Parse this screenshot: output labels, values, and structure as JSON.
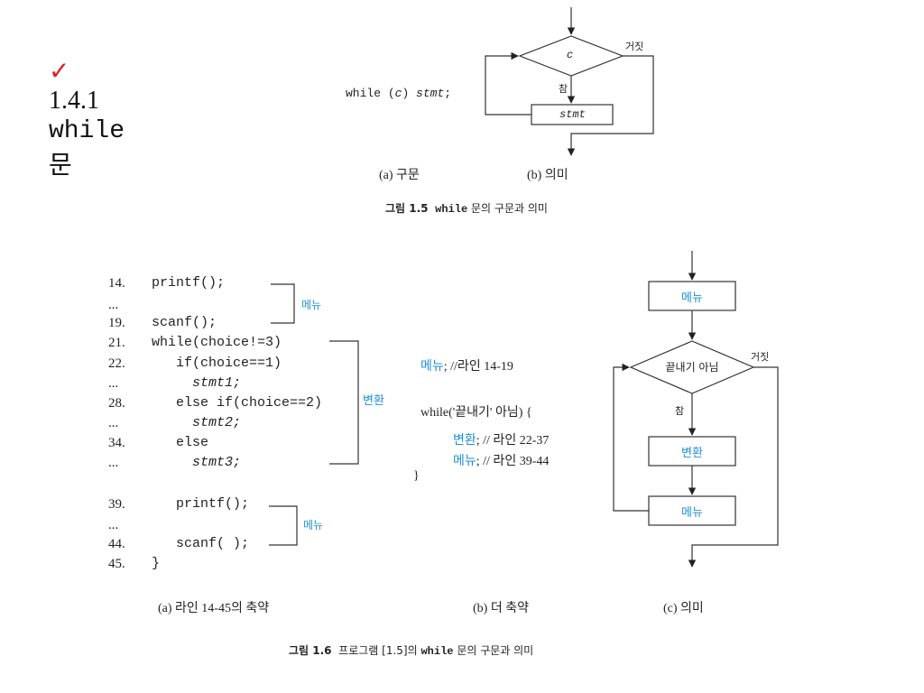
{
  "slide": {
    "title_num": "1.4.1",
    "title_kw": "while",
    "title_suffix": "문"
  },
  "fig5": {
    "syntax": "while",
    "syntax_c": "c",
    "syntax_stmt": "stmt",
    "syntax_semi": ";",
    "diamond_label": "c",
    "false_label": "거짓",
    "true_label": "참",
    "stmt_label": "stmt",
    "sub_a": "(a) 구문",
    "sub_b": "(b) 의미",
    "caption_prefix": "그림 1.5",
    "caption_kw": "while",
    "caption_rest": "문의 구문과 의미"
  },
  "fig6": {
    "code_lines": [
      {
        "n": "14.",
        "code": "printf();",
        "style": "mono"
      },
      {
        "n": "...",
        "code": "",
        "style": "mono"
      },
      {
        "n": "19.",
        "code": "scanf();",
        "style": "mono"
      },
      {
        "n": "21.",
        "code": "while(choice!=3)",
        "style": "mono"
      },
      {
        "n": "22.",
        "code": "   if(choice==1)",
        "style": "mono"
      },
      {
        "n": "...",
        "code": "     stmt1;",
        "style": "ital"
      },
      {
        "n": "28.",
        "code": "   else if(choice==2)",
        "style": "mono"
      },
      {
        "n": "...",
        "code": "     stmt2;",
        "style": "ital"
      },
      {
        "n": "34.",
        "code": "   else",
        "style": "mono"
      },
      {
        "n": "...",
        "code": "     stmt3;",
        "style": "ital"
      },
      {
        "n": "39.",
        "code": "   printf();",
        "style": "mono"
      },
      {
        "n": "...",
        "code": "",
        "style": "mono"
      },
      {
        "n": "44.",
        "code": "   scanf( );",
        "style": "mono"
      },
      {
        "n": "45.",
        "code": "}",
        "style": "mono"
      }
    ],
    "brace_menu1": "메뉴",
    "brace_convert": "변환",
    "brace_menu2": "메뉴",
    "b_line1_blue": "메뉴",
    "b_line1_rest": "; //라인 14-19",
    "b_line2": "while('끝내기' 아님) {",
    "b_line3_blue": "변환",
    "b_line3_rest": "; // 라인 22-37",
    "b_line4_blue": "메뉴",
    "b_line4_rest": "; // 라인 39-44",
    "b_line5": "}",
    "c_menu_top": "메뉴",
    "c_diamond": "끝내기 아님",
    "c_false": "거짓",
    "c_true": "참",
    "c_convert": "변환",
    "c_menu_bottom": "메뉴",
    "sub_a": "(a) 라인 14-45의 축약",
    "sub_b": "(b) 더 축약",
    "sub_c": "(c) 의미",
    "caption_prefix": "그림 1.6",
    "caption_mid": "프로그램 [1.5]의",
    "caption_kw": "while",
    "caption_rest": "문의 구문과 의미"
  },
  "colors": {
    "accent_blue": "#1e8fd6",
    "check_red": "#e02020"
  }
}
